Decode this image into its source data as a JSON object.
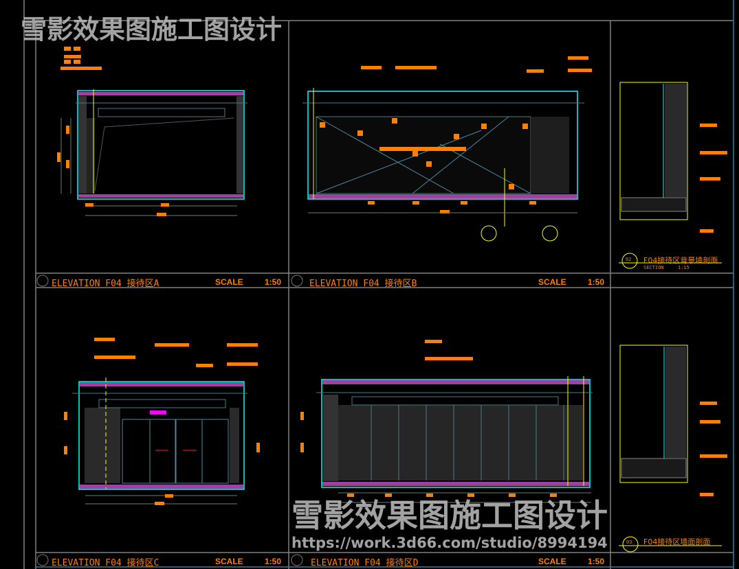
{
  "watermark": {
    "text": "雪影效果图施工图设计",
    "url": "https://work.3d66.com/studio/8994194"
  },
  "elevations": [
    {
      "label": "ELEVATION  F04 接待区A",
      "scale_label": "SCALE",
      "scale": "1:50"
    },
    {
      "label": "ELEVATION  F04 接待区B",
      "scale_label": "SCALE",
      "scale": "1:50"
    },
    {
      "label": "ELEVATION  F04 接待区C",
      "scale_label": "SCALE",
      "scale": "1:50"
    },
    {
      "label": "ELEVATION  F04 接待区D",
      "scale_label": "SCALE",
      "scale": "1:50"
    }
  ],
  "sections": [
    {
      "number": "02",
      "title": "F04接待区背景墙剖面",
      "type": "SECTION",
      "scale": "1:15"
    },
    {
      "number": "03",
      "title": "F04接待区墙面剖面"
    }
  ],
  "colors": {
    "frame": "#808080",
    "wall": "#00ffff",
    "band": "#a040a0",
    "text": "#ff8000",
    "marker": "#ffff00"
  }
}
